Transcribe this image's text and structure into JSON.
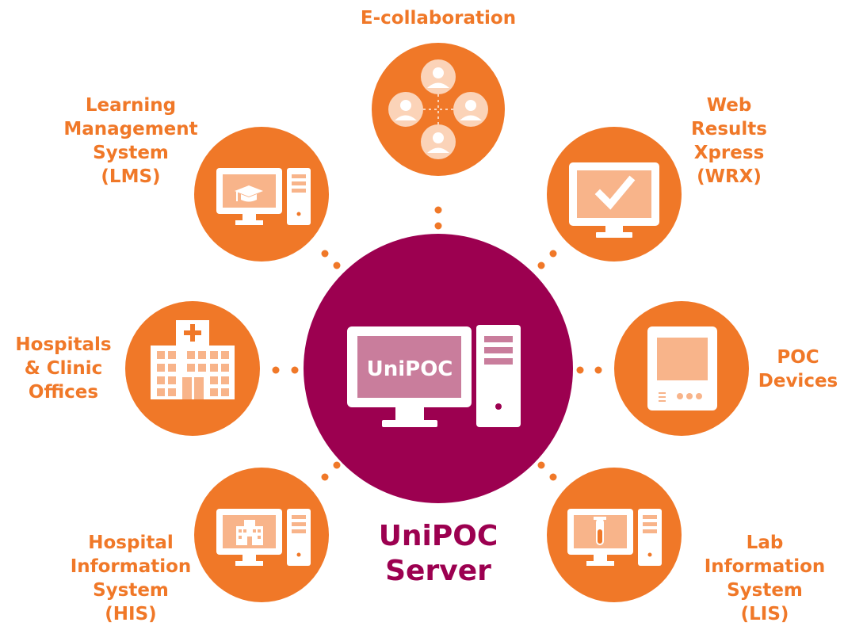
{
  "colors": {
    "accent": "#f07828",
    "hub": "#9c0050",
    "hub_screen": "#c97d9c",
    "light_orange": "#f8b48a",
    "white": "#ffffff"
  },
  "hub": {
    "screen_label": "UniPOC",
    "title_lines": [
      "UniPOC",
      "Server"
    ]
  },
  "nodes": [
    {
      "id": "e-collaboration",
      "icon": "people-network-icon",
      "label_lines": [
        "E-collaboration"
      ]
    },
    {
      "id": "lms",
      "icon": "graduation-computer-icon",
      "label_lines": [
        "Learning",
        "Management",
        "System",
        "(LMS)"
      ]
    },
    {
      "id": "wrx",
      "icon": "checkmark-monitor-icon",
      "label_lines": [
        "Web",
        "Results",
        "Xpress",
        "(WRX)"
      ]
    },
    {
      "id": "hospitals",
      "icon": "hospital-building-icon",
      "label_lines": [
        "Hospitals",
        "& Clinic",
        "Offices"
      ]
    },
    {
      "id": "poc",
      "icon": "poc-device-icon",
      "label_lines": [
        "POC",
        "Devices"
      ]
    },
    {
      "id": "his",
      "icon": "hospital-computer-icon",
      "label_lines": [
        "Hospital",
        "Information",
        "System",
        "(HIS)"
      ]
    },
    {
      "id": "lis",
      "icon": "test-tube-computer-icon",
      "label_lines": [
        "Lab",
        "Information",
        "System",
        "(LIS)"
      ]
    }
  ]
}
